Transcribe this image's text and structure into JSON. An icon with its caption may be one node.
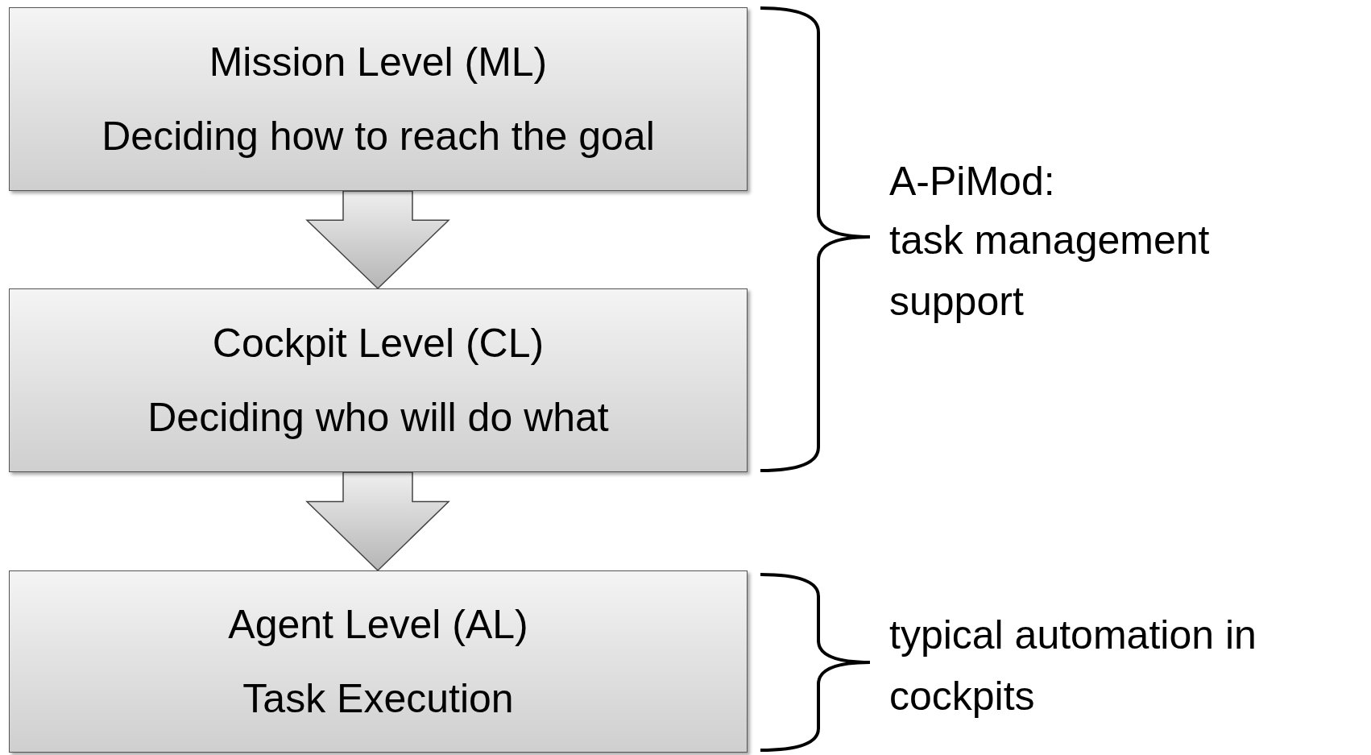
{
  "diagram": {
    "nodes": [
      {
        "text": [
          "Mission Level (ML)",
          "Deciding how to reach the goal"
        ]
      },
      {
        "text": [
          "Cockpit Level (CL)",
          "Deciding who will do what"
        ]
      },
      {
        "text": [
          "Agent Level (AL)",
          "Task Execution"
        ]
      }
    ],
    "edges": [
      {
        "from": 0,
        "to": 1,
        "arrow": "to"
      },
      {
        "from": 1,
        "to": 2,
        "arrow": "to"
      }
    ],
    "labels": [
      "A-PiMod:",
      "task management support",
      "typical automation in cockpits"
    ]
  }
}
